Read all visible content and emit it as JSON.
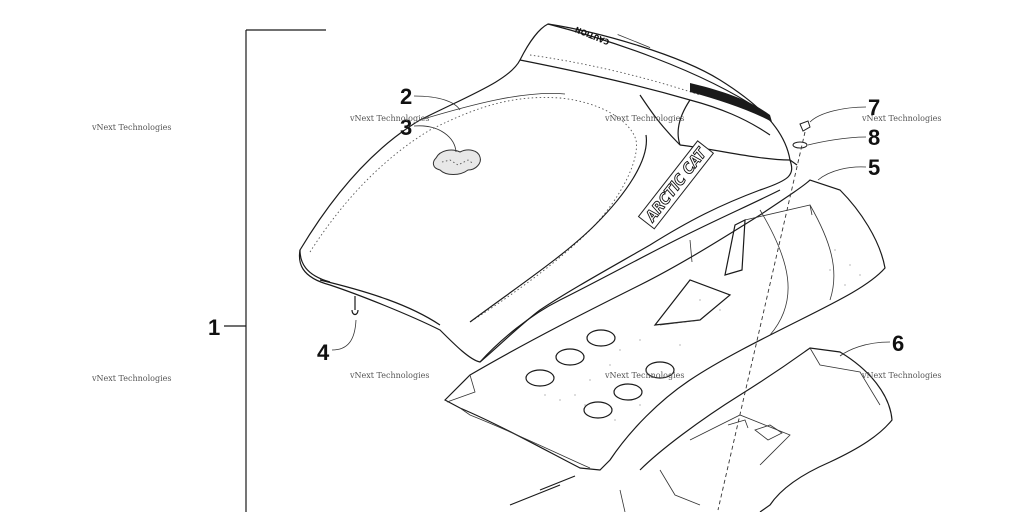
{
  "callouts": {
    "c1": "1",
    "c2": "2",
    "c3": "3",
    "c4": "4",
    "c5": "5",
    "c6": "6",
    "c7": "7",
    "c8": "8"
  },
  "seat_label": {
    "brand": "ARCTIC CAT",
    "caution": "CAUTION"
  },
  "watermark": {
    "text": "vNext Technologies"
  }
}
